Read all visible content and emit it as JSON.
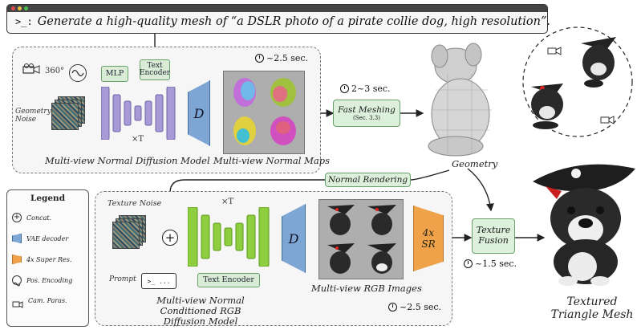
{
  "prompt": {
    "prefix": ">_:",
    "text": "Generate a high-quality mesh of “a DSLR photo of a pirate collie dog, high resolution”."
  },
  "stage1": {
    "camera_angle": "360°",
    "mlp_label": "MLP",
    "text_encoder_label": "Text Encoder",
    "noise_label": "Geometry Noise",
    "loop_label": "×T",
    "vae_label": "D",
    "model_caption": "Multi-view Normal Diffusion Model",
    "maps_caption": "Multi-view Normal Maps",
    "time": "~2.5 sec."
  },
  "meshing": {
    "label": "Fast Meshing",
    "ref": "(Sec. 3.3)",
    "time": "2~3 sec.",
    "geometry_caption": "Geometry"
  },
  "normal_rendering": {
    "label": "Normal Rendering"
  },
  "stage2": {
    "noise_label": "Texture Noise",
    "prompt_label": "Prompt",
    "prompt_icon_text": ">_ ...",
    "text_encoder_label": "Text Encoder",
    "loop_label": "×T",
    "vae_label": "D",
    "sr_label_top": "4x",
    "sr_label_bottom": "SR",
    "model_caption_line1": "Multi-view Normal Conditioned RGB",
    "model_caption_line2": "Diffusion Model",
    "images_caption": "Multi-view RGB Images",
    "time": "~2.5 sec."
  },
  "fusion": {
    "label_line1": "Texture",
    "label_line2": "Fusion",
    "time": "~1.5 sec."
  },
  "result": {
    "caption_line1": "Textured",
    "caption_line2": "Triangle Mesh"
  },
  "legend": {
    "title": "Legend",
    "items": [
      {
        "icon": "plus-circle-icon",
        "label": "Concat."
      },
      {
        "icon": "vae-decoder-swatch",
        "label": "VAE decoder",
        "color": "#7ea6d4"
      },
      {
        "icon": "super-res-swatch",
        "label": "4x Super Res.",
        "color": "#f0a24a"
      },
      {
        "icon": "sine-wave-icon",
        "label": "Pos. Encoding"
      },
      {
        "icon": "camera-icon",
        "label": "Cam. Paras."
      }
    ]
  },
  "colors": {
    "unet": "#a79ad6",
    "unet2": "#8fcf3f",
    "vae": "#7ea6d4",
    "sr": "#f0a24a",
    "green_box": "#d9ecd5"
  }
}
